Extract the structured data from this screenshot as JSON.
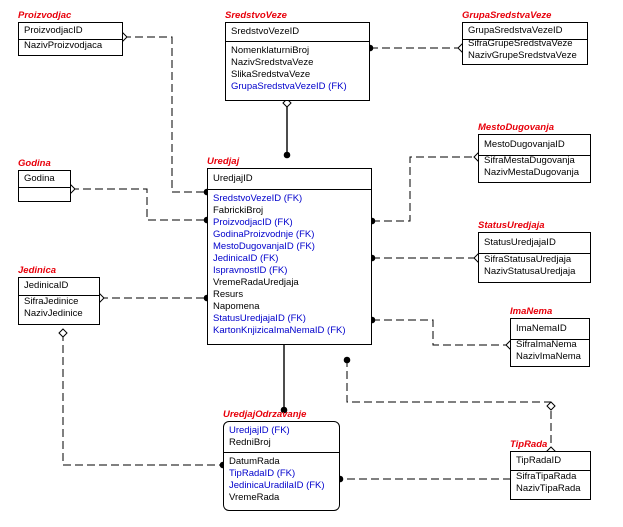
{
  "colors": {
    "title": "#e8000b",
    "fk": "#0000cc",
    "line": "#000000"
  },
  "entities": {
    "proizvodjac": {
      "name": "Proizvodjac",
      "pk": [
        "ProizvodjacID"
      ],
      "attrs": [
        "NazivProizvodjaca"
      ]
    },
    "sredstvoVeze": {
      "name": "SredstvoVeze",
      "pk": [
        "SredstvoVezeID"
      ],
      "attrs": [
        "NomenklaturniBroj",
        "NazivSredstvaVeze",
        "SlikaSredstvaVeze",
        "GrupaSredstvaVezeID (FK)"
      ]
    },
    "grupaSredstvaVeze": {
      "name": "GrupaSredstvaVeze",
      "pk": [
        "GrupaSredstvaVezeID"
      ],
      "attrs": [
        "SifraGrupeSredstvaVeze",
        "NazivGrupeSredstvaVeze"
      ]
    },
    "mestoDugovanja": {
      "name": "MestoDugovanja",
      "pk": [
        "MestoDugovanjaID"
      ],
      "attrs": [
        "SifraMestaDugovanja",
        "NazivMestaDugovanja"
      ]
    },
    "godina": {
      "name": "Godina",
      "pk": [
        "Godina"
      ],
      "attrs": []
    },
    "uredjaj": {
      "name": "Uredjaj",
      "pk": [
        "UredjajID"
      ],
      "attrs": [
        "SredstvoVezeID (FK)",
        "FabrickiBroj",
        "ProizvodjacID (FK)",
        "GodinaProizvodnje (FK)",
        "MestoDugovanjaID (FK)",
        "JedinicaID (FK)",
        "IspravnostID (FK)",
        "VremeRadaUredjaja",
        "Resurs",
        "Napomena",
        "StatusUredjajaID (FK)",
        "KartonKnjizicaImaNemaID (FK)"
      ]
    },
    "statusUredjaja": {
      "name": "StatusUredjaja",
      "pk": [
        "StatusUredjajaID"
      ],
      "attrs": [
        "SifraStatusaUredjaja",
        "NazivStatusaUredjaja"
      ]
    },
    "jedinica": {
      "name": "Jedinica",
      "pk": [
        "JedinicaID"
      ],
      "attrs": [
        "SifraJedinice",
        "NazivJedinice"
      ]
    },
    "imaNema": {
      "name": "ImaNema",
      "pk": [
        "ImaNemaID"
      ],
      "attrs": [
        "SifraImaNema",
        "NazivImaNema"
      ]
    },
    "uredjajOdrzavanje": {
      "name": "UredjajOdrzavanje",
      "pk": [
        "UredjajID (FK)",
        "RedniBroj"
      ],
      "attrs": [
        "DatumRada",
        "TipRadaID (FK)",
        "JedinicaUradilaID (FK)",
        "VremeRada"
      ]
    },
    "tipRada": {
      "name": "TipRada",
      "pk": [
        "TipRadaID"
      ],
      "attrs": [
        "SifraTipaRada",
        "NazivTipaRada"
      ]
    }
  }
}
